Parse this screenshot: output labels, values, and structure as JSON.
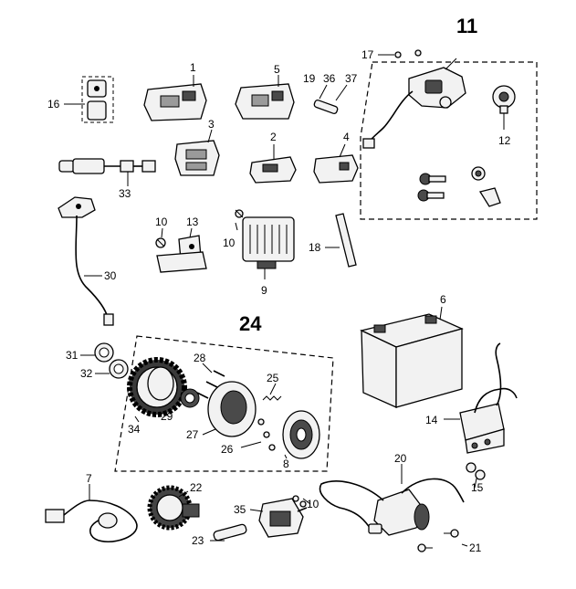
{
  "labels": {
    "p1": "1",
    "p2": "2",
    "p3": "3",
    "p4": "4",
    "p5": "5",
    "p6": "6",
    "p7": "7",
    "p8": "8",
    "p9": "9",
    "p10a": "10",
    "p10b": "10",
    "p10c": "10",
    "p11": "11",
    "p12": "12",
    "p13": "13",
    "p14": "14",
    "p15": "15",
    "p16": "16",
    "p17": "17",
    "p18": "18",
    "p19": "19",
    "p20": "20",
    "p21": "21",
    "p22": "22",
    "p23": "23",
    "p24": "24",
    "p25": "25",
    "p26": "26",
    "p27": "27",
    "p28": "28",
    "p29": "29",
    "p30": "30",
    "p31": "31",
    "p32": "32",
    "p33": "33",
    "p34": "34",
    "p35": "35",
    "p36": "36",
    "p37": "37"
  }
}
